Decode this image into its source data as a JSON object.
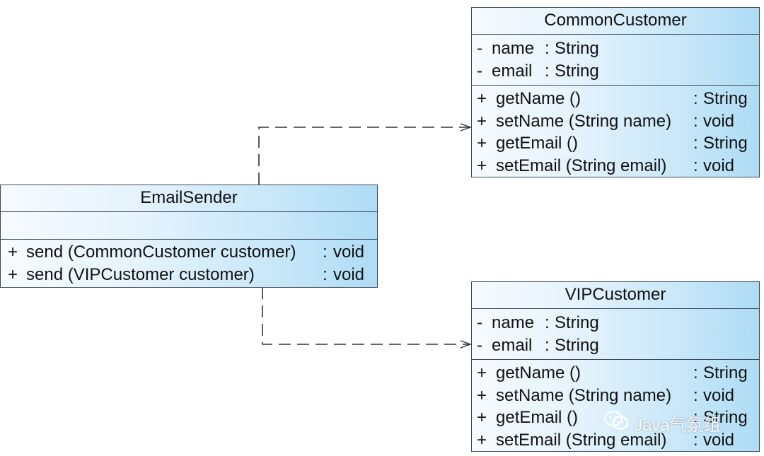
{
  "classes": {
    "common": {
      "name": "CommonCustomer",
      "attributes": [
        {
          "vis": "-",
          "name": "name",
          "sep": ":",
          "type": "String"
        },
        {
          "vis": "-",
          "name": "email",
          "sep": ":",
          "type": "String"
        }
      ],
      "operations": [
        {
          "vis": "+",
          "name": "getName ()",
          "sep": ":",
          "type": "String"
        },
        {
          "vis": "+",
          "name": "setName (String name)",
          "sep": ":",
          "type": "void"
        },
        {
          "vis": "+",
          "name": "getEmail ()",
          "sep": ":",
          "type": "String"
        },
        {
          "vis": "+",
          "name": "setEmail (String email)",
          "sep": ":",
          "type": "void"
        }
      ]
    },
    "sender": {
      "name": "EmailSender",
      "operations": [
        {
          "vis": "+",
          "name": "send (CommonCustomer customer)",
          "sep": ":",
          "type": "void"
        },
        {
          "vis": "+",
          "name": "send (VIPCustomer customer)",
          "sep": ":",
          "type": "void"
        }
      ]
    },
    "vip": {
      "name": "VIPCustomer",
      "attributes": [
        {
          "vis": "-",
          "name": "name",
          "sep": ":",
          "type": "String"
        },
        {
          "vis": "-",
          "name": "email",
          "sep": ":",
          "type": "String"
        }
      ],
      "operations": [
        {
          "vis": "+",
          "name": "getName ()",
          "sep": ":",
          "type": "String"
        },
        {
          "vis": "+",
          "name": "setName (String name)",
          "sep": ":",
          "type": "void"
        },
        {
          "vis": "+",
          "name": "getEmail ()",
          "sep": ":",
          "type": "String"
        },
        {
          "vis": "+",
          "name": "setEmail (String email)",
          "sep": ":",
          "type": "void"
        }
      ]
    }
  },
  "watermark": {
    "icon": "wechat-icon",
    "text": "Java气氛组"
  }
}
